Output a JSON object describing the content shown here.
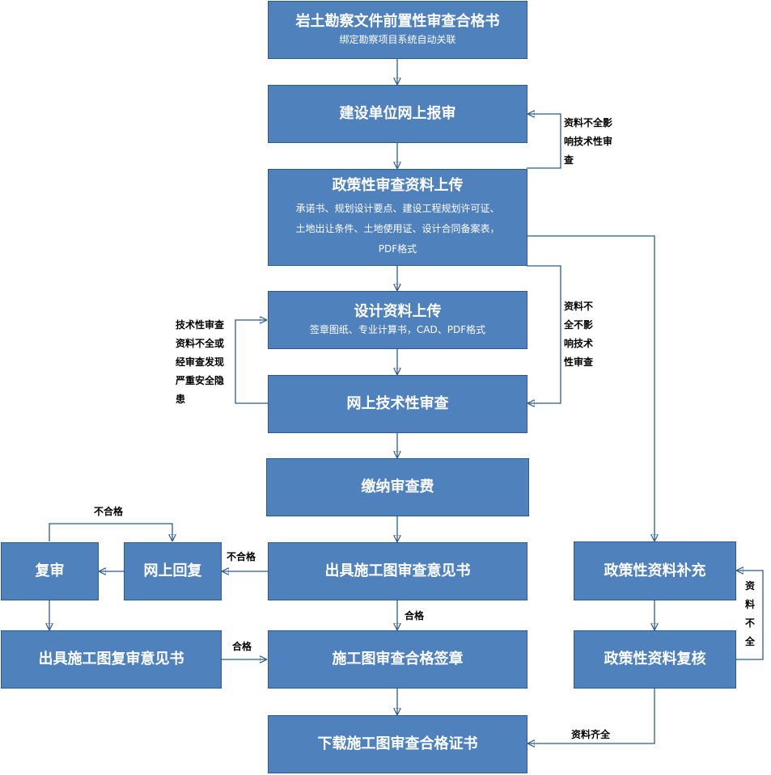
{
  "nodes": {
    "n1": {
      "title": "岩土勘察文件前置性审查合格书",
      "sub": "绑定勘察项目系统自动关联"
    },
    "n2": {
      "title": "建设单位网上报审"
    },
    "n3": {
      "title": "政策性审查资料上传",
      "sub1": "承诺书、规划设计要点、建设工程规划许可证、",
      "sub2": "土地出让条件、土地使用证、设计合同备案表，",
      "sub3": "PDF格式"
    },
    "n4": {
      "title": "设计资料上传",
      "sub": "签章图纸、专业计算书，CAD、PDF格式"
    },
    "n5": {
      "title": "网上技术性审查"
    },
    "n6": {
      "title": "缴纳审查费"
    },
    "n7": {
      "title": "出具施工图审查意见书"
    },
    "n8": {
      "title": "网上回复"
    },
    "n9": {
      "title": "复审"
    },
    "n10": {
      "title": "出具施工图复审意见书"
    },
    "n11": {
      "title": "施工图审查合格签章"
    },
    "n12": {
      "title": "下载施工图审查合格证书"
    },
    "n13": {
      "title": "政策性资料补充"
    },
    "n14": {
      "title": "政策性资料复核"
    }
  },
  "labels": {
    "l_a1": "资料不全影",
    "l_a2": "响技术性审",
    "l_a3": "查",
    "l_b1": "资料不",
    "l_b2": "全不影",
    "l_b3": "响技术",
    "l_b4": "性审查",
    "l_c1": "技术性审查",
    "l_c2": "资料不全或",
    "l_c3": "经审查发现",
    "l_c4": "严重安全隐",
    "l_c5": "患",
    "l_d": "不合格",
    "l_e": "不合格",
    "l_f": "合格",
    "l_g": "合格",
    "l_h1": "资",
    "l_h2": "料",
    "l_h3": "不",
    "l_h4": "全",
    "l_i": "资料齐全"
  },
  "colors": {
    "box_fill": "#4f81bd",
    "box_border": "#2e5a8e",
    "line": "#2e5a8e",
    "text": "#ffffff"
  }
}
